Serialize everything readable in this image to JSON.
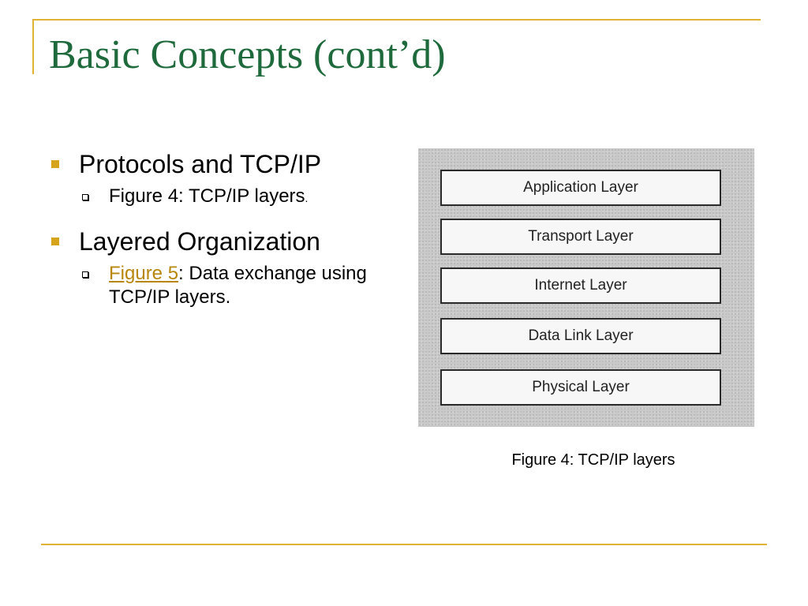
{
  "slide": {
    "title": "Basic Concepts (cont’d)"
  },
  "bullets": {
    "item1": {
      "text": "Protocols and TCP/IP",
      "sub": {
        "text": "Figure 4: TCP/IP layers",
        "trailing": "."
      }
    },
    "item2": {
      "text": "Layered Organization",
      "sub": {
        "link_text": "Figure 5",
        "text_after_link": ": Data exchange using TCP/IP layers."
      }
    }
  },
  "figure": {
    "layers": [
      "Application Layer",
      "Transport Layer",
      "Internet Layer",
      "Data Link Layer",
      "Physical Layer"
    ],
    "caption": "Figure 4: TCP/IP layers"
  },
  "colors": {
    "title": "#1f6a3c",
    "accent": "#e0b335",
    "link": "#b8860b"
  }
}
